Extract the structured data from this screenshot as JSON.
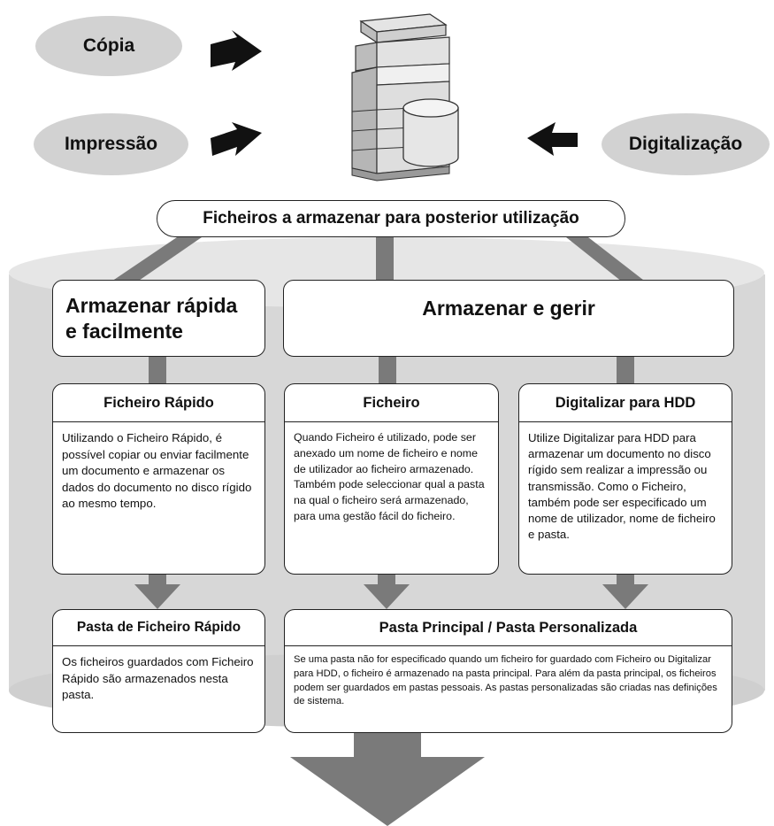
{
  "sources": {
    "copy": "Cópia",
    "print": "Impressão",
    "scan": "Digitalização"
  },
  "banner": "Ficheiros a armazenar para posterior utilização",
  "groups": {
    "quick": "Armazenar rápida e facilmente",
    "manage": "Armazenar e gerir"
  },
  "methods": [
    {
      "title": "Ficheiro Rápido",
      "text": "Utilizando o Ficheiro Rápido, é possível copiar ou enviar facilmente um documento e armazenar os dados do documento no disco rígido ao mesmo tempo."
    },
    {
      "title": "Ficheiro",
      "text": "Quando Ficheiro é utilizado, pode ser anexado um nome de ficheiro e nome de utilizador ao ficheiro armazenado. Também pode seleccionar qual a pasta na qual o ficheiro será armazenado, para uma gestão fácil do ficheiro."
    },
    {
      "title": "Digitalizar para HDD",
      "text": "Utilize Digitalizar para HDD para armazenar um documento no disco rígido sem realizar a impressão ou transmissão. Como o Ficheiro, também pode ser especificado um nome de utilizador, nome de ficheiro e pasta."
    }
  ],
  "folders": [
    {
      "title": "Pasta de Ficheiro Rápido",
      "text": "Os ficheiros guardados com Ficheiro Rápido são armazenados nesta pasta."
    },
    {
      "title": "Pasta Principal / Pasta Personalizada",
      "text": "Se uma pasta não for especificado quando um ficheiro for guardado com Ficheiro ou Digitalizar para HDD, o ficheiro é armazenado na pasta principal. Para além da pasta principal, os ficheiros podem ser guardados em pastas pessoais. As pastas personalizadas são criadas nas definições de sistema."
    }
  ],
  "colors": {
    "gray_light": "#d9d9d9",
    "gray_mid": "#c8c8c8",
    "arrow_gray": "#7a7a7a",
    "arrow_black": "#111111",
    "outline": "#222222"
  },
  "icons": [
    "mfp-printer-icon",
    "hard-disk-icon",
    "arrow-icon"
  ]
}
